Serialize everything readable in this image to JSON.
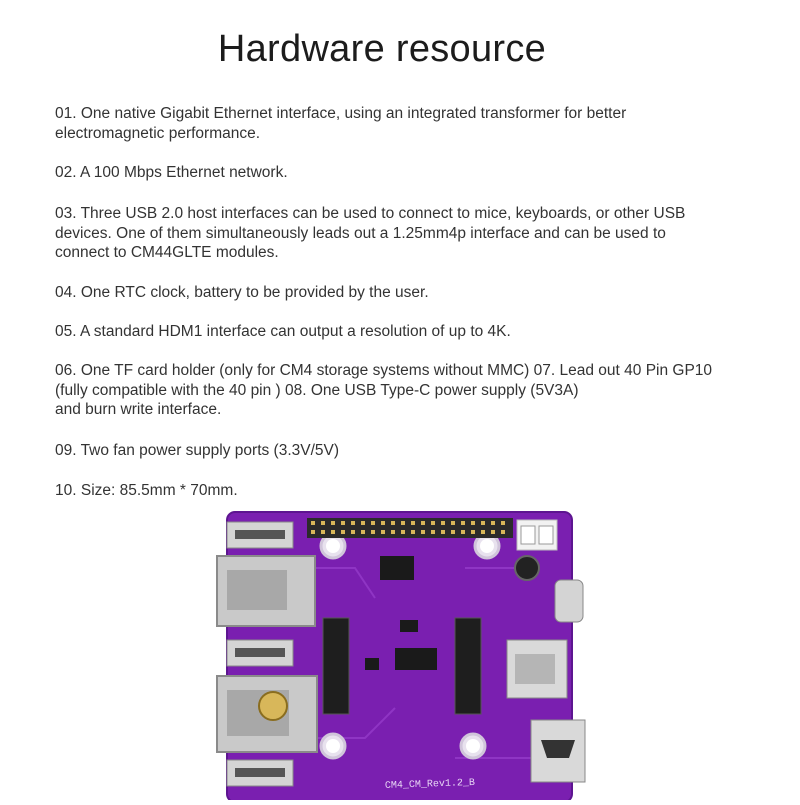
{
  "title": "Hardware resource",
  "items": [
    "01. One native Gigabit Ethernet interface, using an integrated transformer for better\nelectromagnetic performance.",
    "02. A 100 Mbps Ethernet network.",
    "03. Three USB 2.0 host interfaces can be used to connect to mice, keyboards, or other USB\ndevices. One of them simultaneously leads out a 1.25mm4p interface and can be used to\n connect to CM44GLTE modules.",
    "04. One RTC clock, battery to be provided by the user.",
    "05. A standard HDM1 interface can output a resolution of up to 4K.",
    "06. One TF card holder (only for CM4 storage systems without MMC) 07. Lead out 40 Pin GP10\n(fully compatible with the 40 pin ) 08. One USB Type-C power supply (5V3A)\nand burn write interface.",
    "09. Two fan power supply ports (3.3V/5V)",
    "10. Size: 85.5mm * 70mm."
  ],
  "board": {
    "silkscreen": "CM4_CM_Rev1.2_B",
    "colors": {
      "pcb": "#7a1fb0",
      "pcb_dark": "#5d1590",
      "metal": "#c9c9c9",
      "gold": "#d8b75a"
    }
  }
}
